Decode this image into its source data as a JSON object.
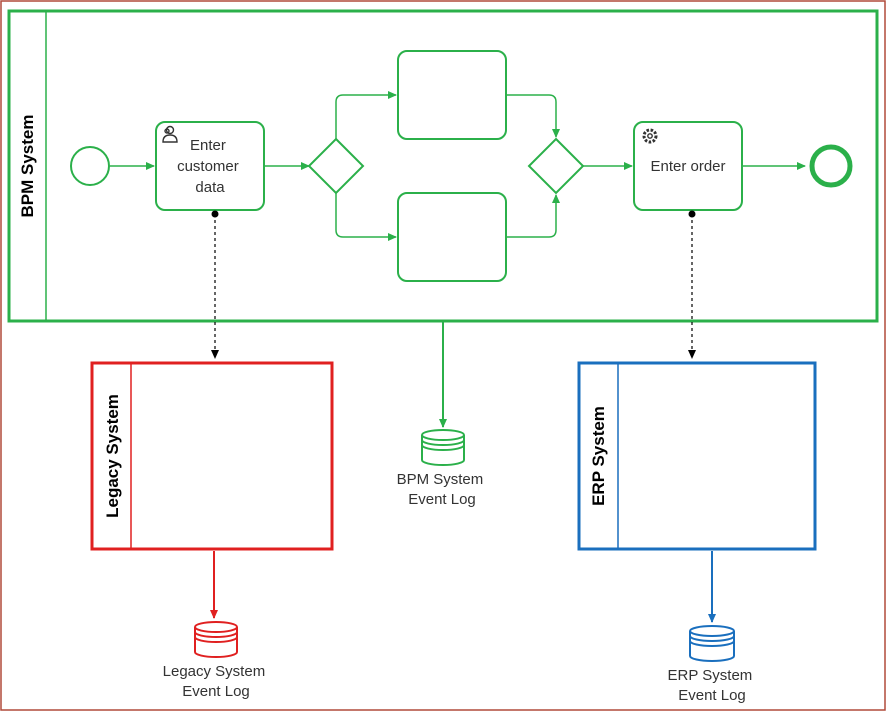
{
  "pools": {
    "bpm": {
      "label": "BPM System"
    },
    "legacy": {
      "label": "Legacy System"
    },
    "erp": {
      "label": "ERP System"
    }
  },
  "tasks": {
    "enter_customer": {
      "lines": [
        "Enter",
        "customer",
        "data"
      ],
      "icon": "user-icon"
    },
    "enter_order": {
      "lines": [
        "Enter order"
      ],
      "icon": "gear-icon"
    }
  },
  "logs": {
    "bpm": {
      "lines": [
        "BPM System",
        "Event Log"
      ]
    },
    "legacy": {
      "lines": [
        "Legacy System",
        "Event Log"
      ]
    },
    "erp": {
      "lines": [
        "ERP System",
        "Event Log"
      ]
    }
  },
  "colors": {
    "green": "#2bb04a",
    "red": "#e02020",
    "blue": "#1a6fbe",
    "frame": "#b04a3a"
  }
}
